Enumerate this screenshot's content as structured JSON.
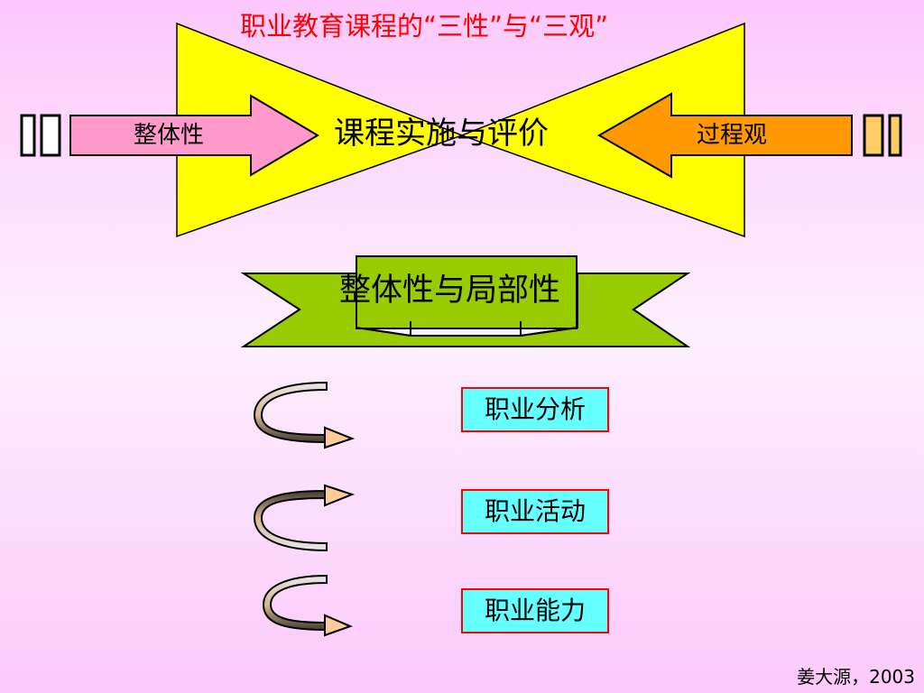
{
  "slide": {
    "title": "职业教育课程的“三性”与“三观”",
    "center_label": "课程实施与评价",
    "left_arrow_label": "整体性",
    "right_arrow_label": "过程观",
    "banner_label": "整体性与局部性",
    "boxes": [
      "职业分析",
      "职业活动",
      "职业能力"
    ],
    "credit": "姜大源，2003"
  },
  "colors": {
    "bowtie_fill": "#ffff00",
    "left_arrow_fill": "#ff99cc",
    "right_arrow_fill": "#ff9900",
    "banner_fill": "#99cc00",
    "box_fill": "#66ffff",
    "box_border": "#ff0000",
    "title_text": "#ff0000",
    "curved_arrow_fill": "#ffcc99"
  },
  "icons": {
    "curved_arrows": [
      "curved-arrow-icon",
      "curved-arrow-icon",
      "curved-arrow-icon"
    ],
    "side_bars": [
      "double-bar-icon",
      "double-bar-icon"
    ]
  }
}
